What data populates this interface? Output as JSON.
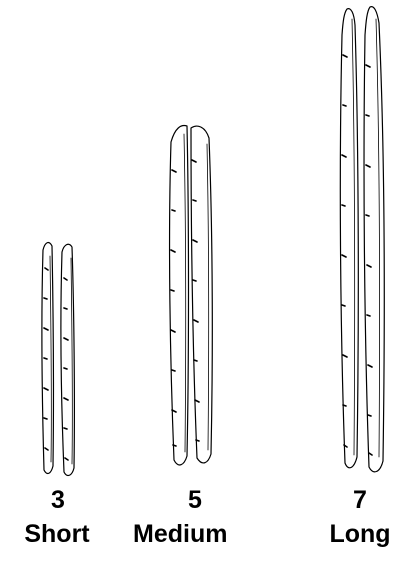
{
  "categories": [
    {
      "score": "3",
      "size": "Short"
    },
    {
      "score": "5",
      "size": "Medium"
    },
    {
      "score": "7",
      "size": "Long"
    }
  ],
  "colors": {
    "ink": "#000000",
    "background": "#ffffff"
  },
  "illustration": {
    "item": "seed-pod-pair-sketch",
    "count": 3
  }
}
